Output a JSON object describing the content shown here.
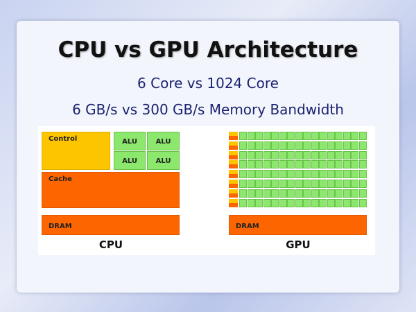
{
  "slide": {
    "title": "CPU vs GPU Architecture",
    "line1": "6 Core vs 1024 Core",
    "line2": "6 GB/s vs 300 GB/s Memory Bandwidth"
  },
  "cpu": {
    "control": "Control",
    "alu": [
      "ALU",
      "ALU",
      "ALU",
      "ALU"
    ],
    "cache": "Cache",
    "dram": "DRAM",
    "label": "CPU"
  },
  "gpu": {
    "rows": 8,
    "cols": 16,
    "dram": "DRAM",
    "label": "GPU"
  },
  "colors": {
    "control": "#fdc400",
    "alu": "#8ce86c",
    "cache": "#fd6500"
  }
}
